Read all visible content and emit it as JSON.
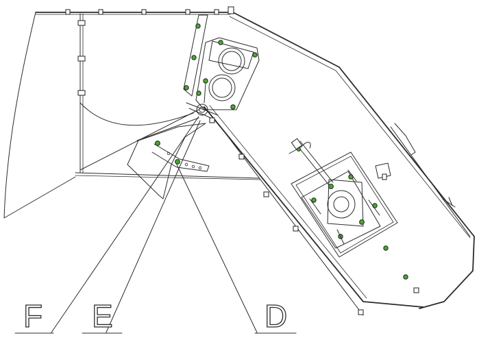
{
  "labels": {
    "f": "F",
    "e": "E",
    "d": "D"
  },
  "colors": {
    "line": "#2b2b2b",
    "bolt": "#4aa832",
    "background": "#ffffff"
  }
}
